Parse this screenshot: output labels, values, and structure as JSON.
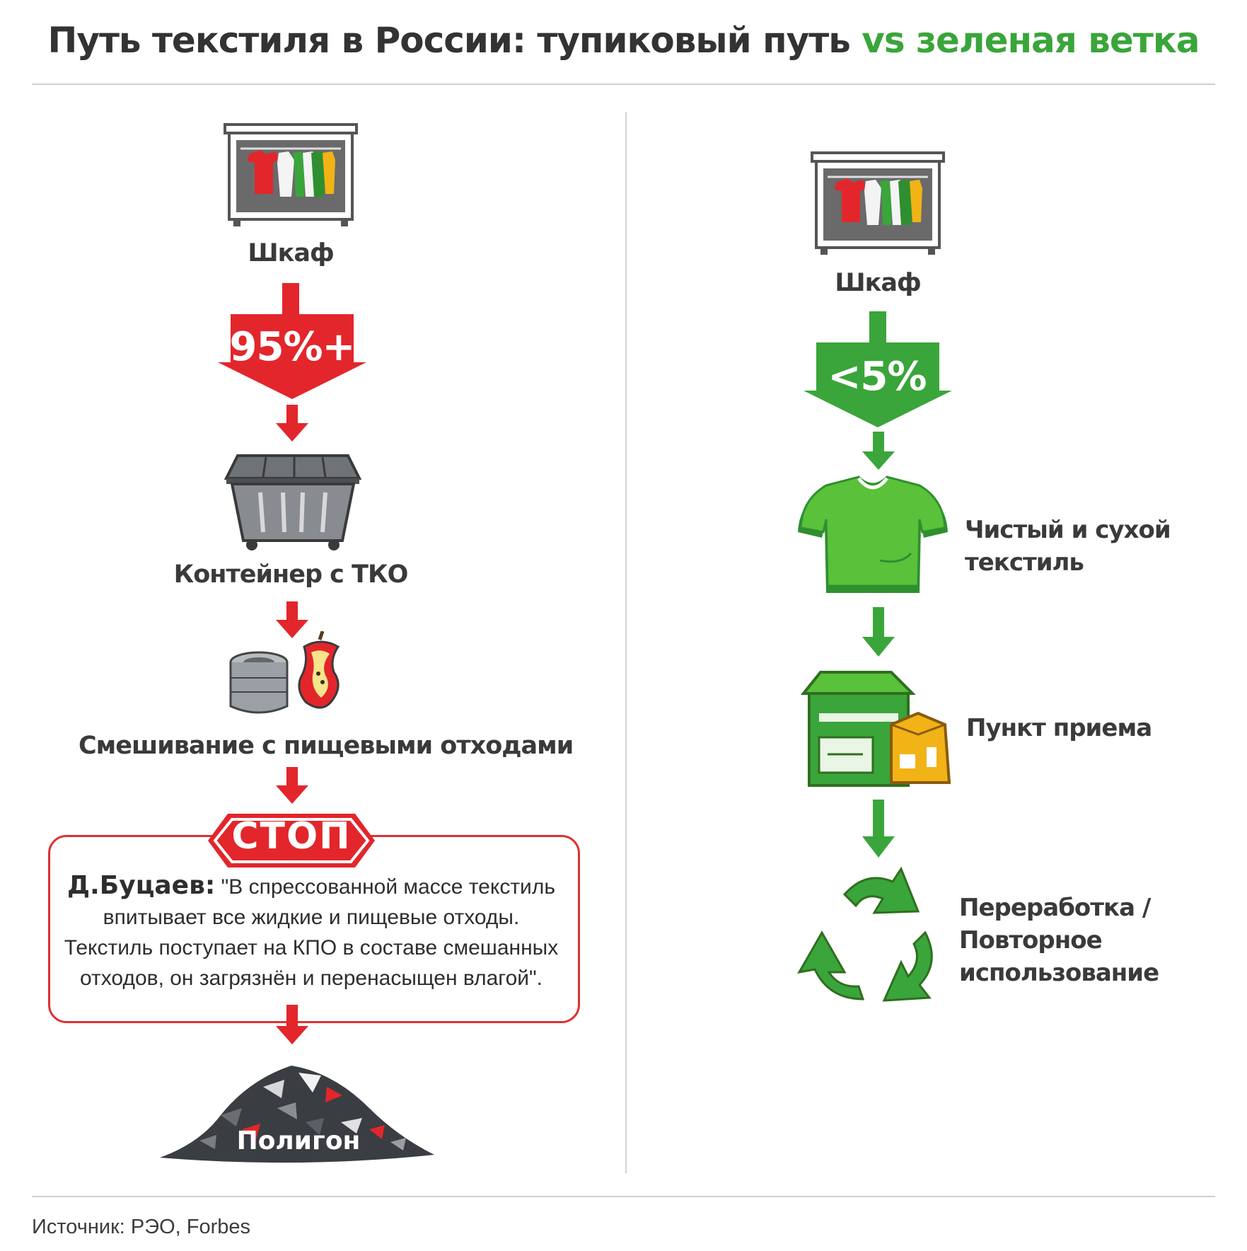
{
  "title": {
    "part1": "Путь текстиля в России: тупиковый путь ",
    "part2": "vs зеленая ветка"
  },
  "left": {
    "wardrobe_label": "Шкаф",
    "percent": "95%+",
    "container_label": "Контейнер с ТКО",
    "mixing_label": "Смешивание с пищевыми отходами",
    "stop_label": "СТОП",
    "quote_author": "Д.Буцаев:",
    "quote_text": "\"В спрессованной массе текстиль впитывает все жидкие и пищевые отходы. Текстиль поступает на КПО в составе смешанных отходов, он загрязнён и перенасыщен влагой\".",
    "landfill_label": "Полигон"
  },
  "right": {
    "wardrobe_label": "Шкаф",
    "percent": "<5%",
    "clean_label": "Чистый и сухой текстиль",
    "collection_label": "Пункт приема",
    "recycling_label": "Переработка / Повторное использование"
  },
  "source": "Источник: РЭО, Forbes",
  "colors": {
    "red": "#e3262b",
    "green": "#3aa53a",
    "dark_text": "#333333"
  }
}
